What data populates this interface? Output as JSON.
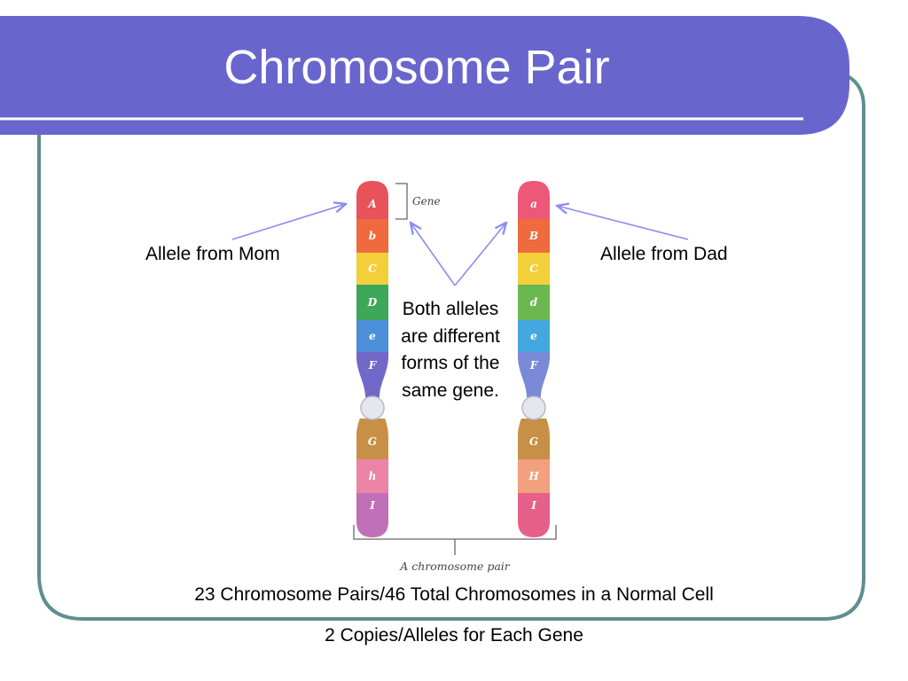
{
  "slide": {
    "title": "Chromosome Pair",
    "colors": {
      "title_band": "#6866cc",
      "frame_border": "#5f8f8f",
      "arrow": "#8c8cf0"
    }
  },
  "diagram": {
    "gene_label": "Gene",
    "pair_label": "A chromosome pair",
    "mom_label": "Allele from Mom",
    "dad_label": "Allele from Dad",
    "note": "Both alleles are different forms of the same gene.",
    "mom_alleles": [
      "A",
      "b",
      "C",
      "D",
      "e",
      "F",
      "G",
      "h",
      "I"
    ],
    "dad_alleles": [
      "a",
      "B",
      "C",
      "d",
      "e",
      "F",
      "G",
      "H",
      "I"
    ]
  },
  "footer": {
    "line1": "23 Chromosome Pairs/46 Total Chromosomes in a Normal Cell",
    "line2": "2 Copies/Alleles for Each Gene"
  }
}
